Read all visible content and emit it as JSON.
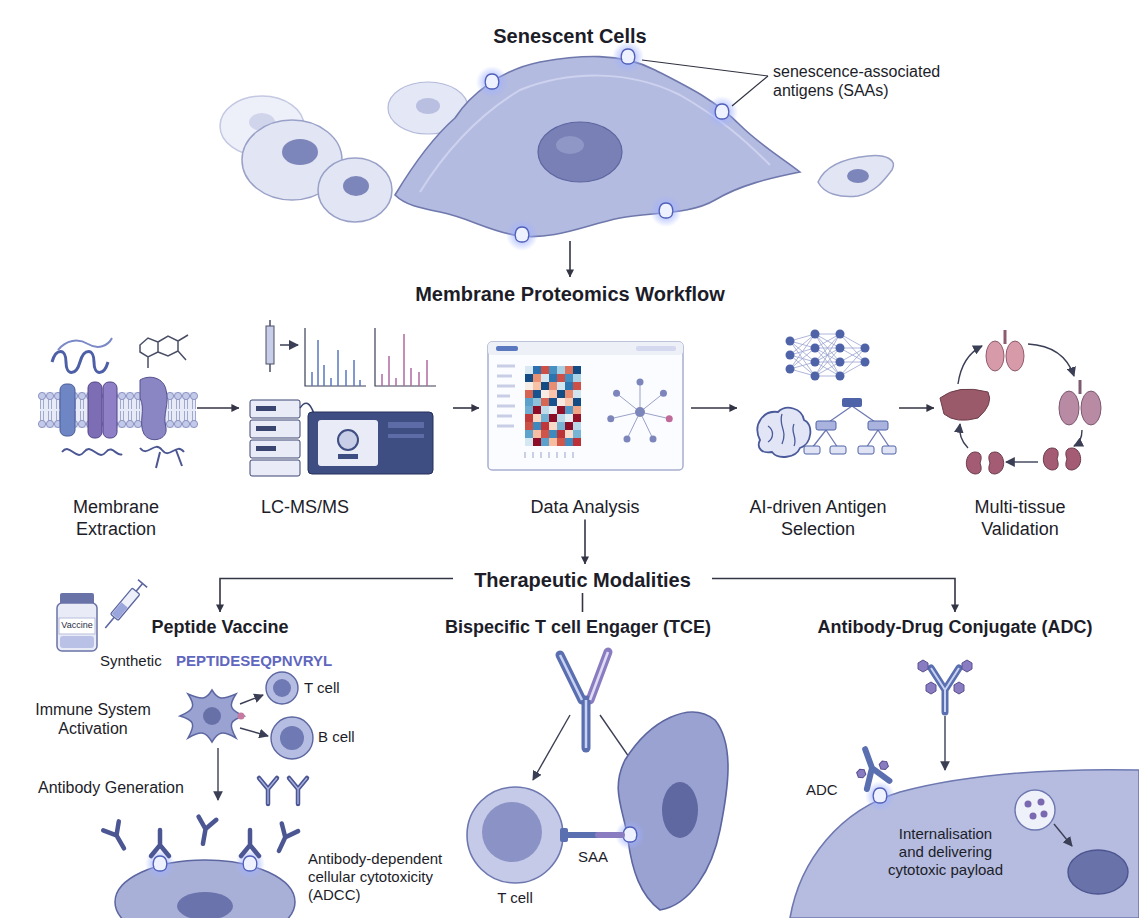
{
  "diagram": {
    "nodes": [
      {
        "text": [
          "Senescent Cells"
        ]
      },
      {
        "text": [
          "Membrane Proteomics Workflow"
        ]
      },
      {
        "text": [
          "Membrane Extraction"
        ],
        "in": 1
      },
      {
        "text": [
          "LC-MS/MS"
        ],
        "in": 1
      },
      {
        "text": [
          "Data Analysis"
        ],
        "in": 1
      },
      {
        "text": [
          "AI-driven Antigen Selection"
        ],
        "in": 1
      },
      {
        "text": [
          "Multi-tissue Validation"
        ],
        "in": 1
      },
      {
        "text": [
          "Therapeutic Modalities"
        ]
      },
      {
        "text": [
          "Peptide Vaccine"
        ]
      },
      {
        "text": [
          "Bispecific T cell Engager (TCE)"
        ]
      },
      {
        "text": [
          "Antibody-Drug Conjugate (ADC)"
        ]
      }
    ],
    "edges": [
      {
        "from": 0,
        "to": 1,
        "arrow": "to"
      },
      {
        "from": 2,
        "to": 3,
        "arrow": "to"
      },
      {
        "from": 3,
        "to": 4,
        "arrow": "to"
      },
      {
        "from": 4,
        "to": 5,
        "arrow": "to"
      },
      {
        "from": 5,
        "to": 6,
        "arrow": "to"
      },
      {
        "from": 4,
        "to": 7,
        "arrow": "to"
      },
      {
        "from": 7,
        "to": 8,
        "arrow": "to"
      },
      {
        "from": 7,
        "to": 9,
        "arrow": "none"
      },
      {
        "from": 7,
        "to": 10,
        "arrow": "to"
      }
    ],
    "labels": [
      "senescence-associated antigens (SAAs)",
      "Vaccine",
      "Synthetic",
      "PEPTIDESEQPNVRYL",
      "Immune System Activation",
      "T cell",
      "B cell",
      "Antibody Generation",
      "Antibody-dependent cellular cytotoxicity (ADCC)",
      "SAA",
      "T cell",
      "ADC",
      "Internalisation and delivering cytotoxic payload"
    ]
  }
}
